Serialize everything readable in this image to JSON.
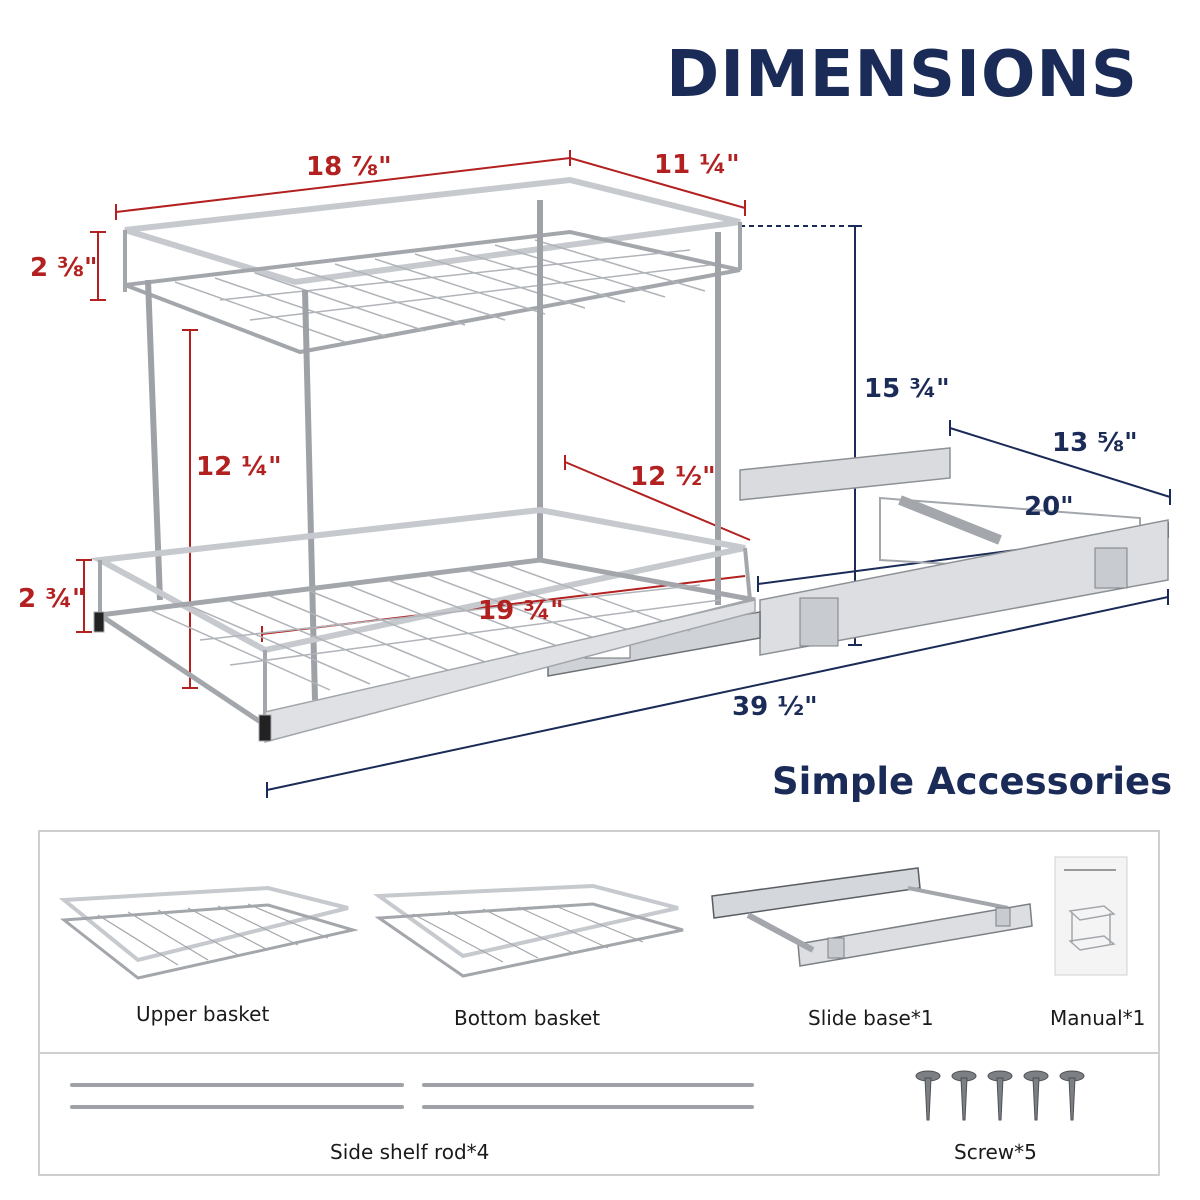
{
  "title": "DIMENSIONS",
  "subtitle": "Simple Accessories",
  "colors": {
    "navy": "#1b2b58",
    "red": "#b32020",
    "metal": "#b8bcc2"
  },
  "dimensions": {
    "top_length": "18 ⅞\"",
    "top_width": "11 ¼\"",
    "upper_basket_height": "2 ⅜\"",
    "inner_height": "12 ¼\"",
    "bottom_width": "12 ½\"",
    "bottom_length": "19 ¾\"",
    "bottom_basket_height": "2 ¾\"",
    "total_height": "15 ¾\"",
    "slide_width": "13 ⅝\"",
    "slide_length": "20\"",
    "extended_length": "39 ½\""
  },
  "accessories": {
    "upper_basket": "Upper basket",
    "bottom_basket": "Bottom basket",
    "slide_base": "Slide base*1",
    "manual": "Manual*1",
    "side_rod": "Side shelf rod*4",
    "screw": "Screw*5"
  }
}
